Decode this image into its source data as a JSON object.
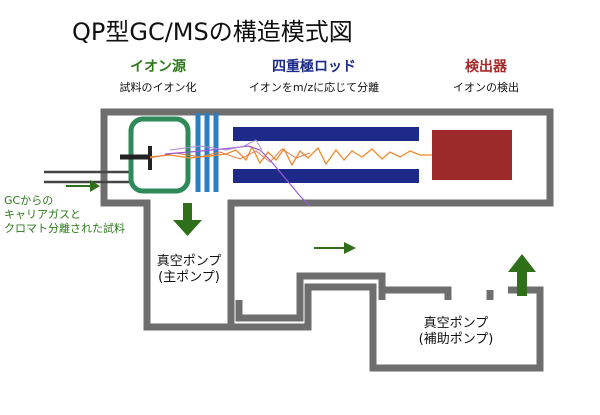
{
  "title": "QP型GC/MSの構造模式図",
  "ion_source": {
    "label": "イオン源",
    "sublabel": "試料のイオン化"
  },
  "quadrupole": {
    "label": "四重極ロッド",
    "sublabel": "イオンをm/zに応じて分離"
  },
  "detector": {
    "label": "検出器",
    "sublabel": "イオンの検出"
  },
  "carrier_gas": {
    "line1": "GCからの",
    "line2": "キャリアガスと",
    "line3": "クロマト分離された試料"
  },
  "main_pump": {
    "line1": "真空ポンプ",
    "line2": "(主ポンプ)"
  },
  "aux_pump": {
    "line1": "真空ポンプ",
    "line2": "(補助ポンプ)"
  },
  "colors": {
    "wall": "#6e6e6e",
    "ion_source": "#2f8a5a",
    "lens": "#2a7fc0",
    "rod": "#1d2a8a",
    "detector": "#9c2a2a",
    "arrow": "#2f6f1a",
    "beam": "#f08a2a",
    "off_beam": "#9b59d6"
  }
}
